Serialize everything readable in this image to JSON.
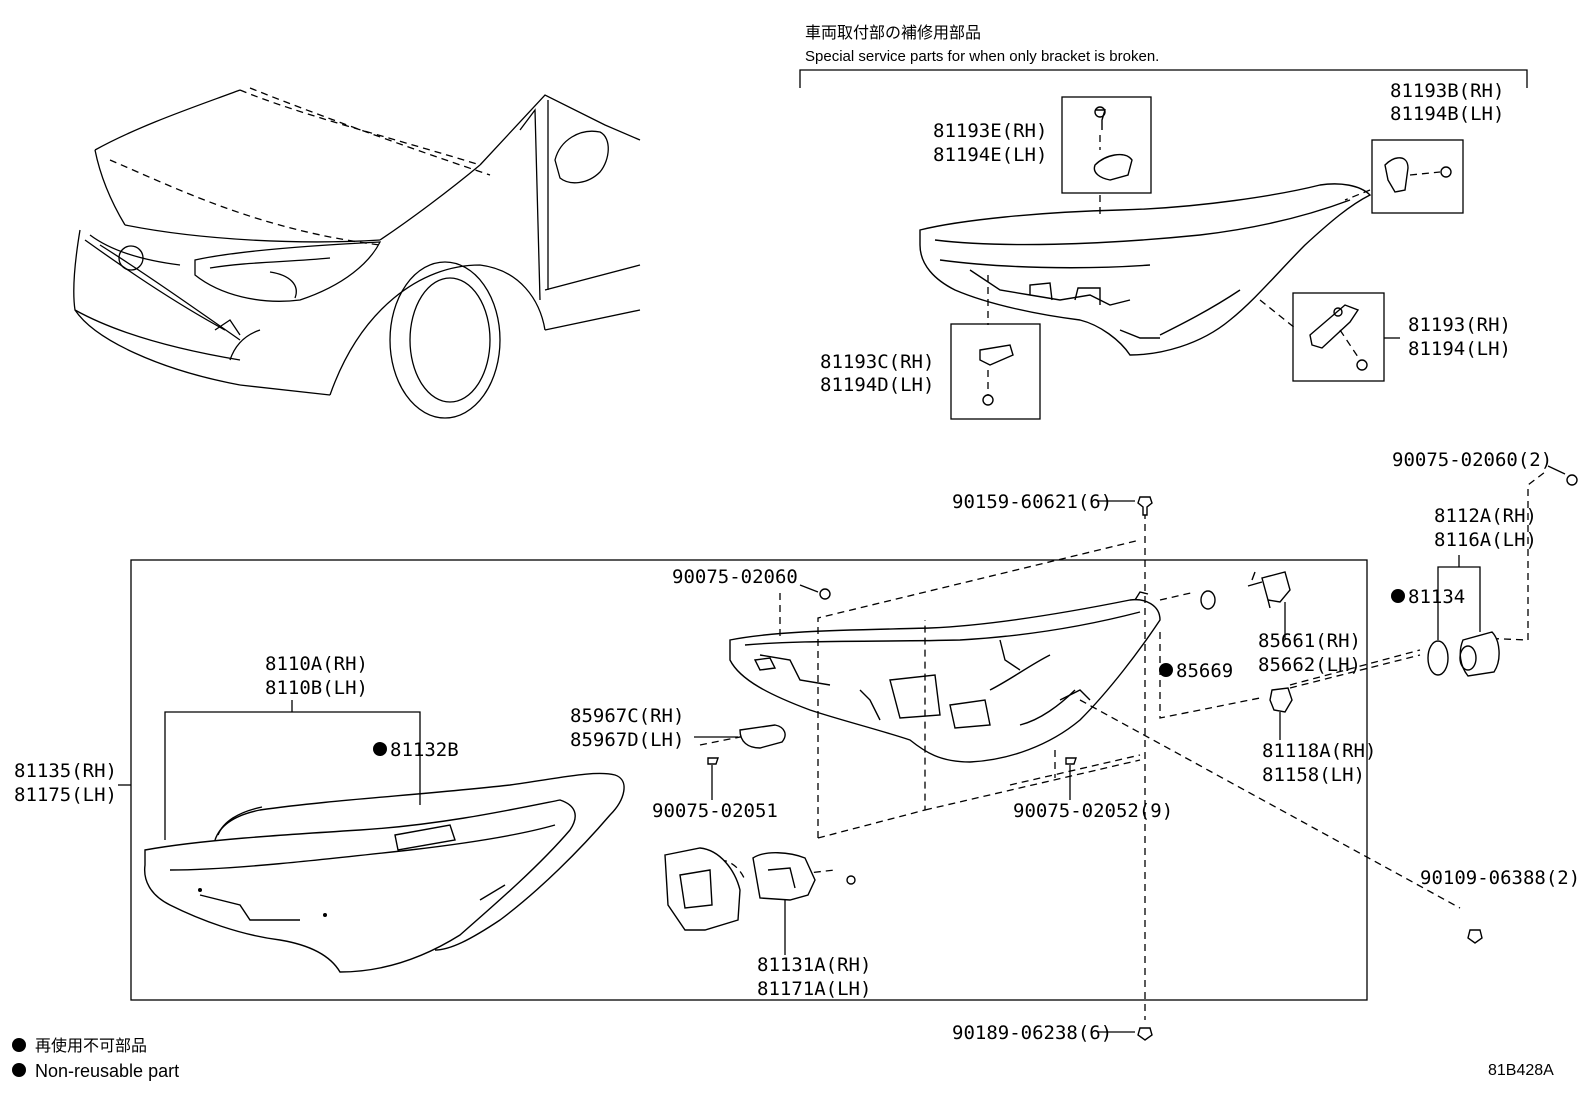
{
  "header": {
    "jp": "車両取付部の補修用部品",
    "en": "Special service parts for when only bracket is broken."
  },
  "parts": {
    "p81193E": [
      "81193E(RH)",
      "81194E(LH)"
    ],
    "p81193B": [
      "81193B(RH)",
      "81194B(LH)"
    ],
    "p81193C": [
      "81193C(RH)",
      "81194D(LH)"
    ],
    "p81193": [
      "81193(RH)",
      "81194(LH)"
    ],
    "p90075_02060_2": "90075-02060(2)",
    "p90159": "90159-60621(6)",
    "p8112A": [
      "8112A(RH)",
      "8116A(LH)"
    ],
    "p81134": "81134",
    "p90075_02060": "90075-02060",
    "p85669": "85669",
    "p85661": [
      "85661(RH)",
      "85662(LH)"
    ],
    "p8110A": [
      "8110A(RH)",
      "8110B(LH)"
    ],
    "p81132B": "81132B",
    "p85967C": [
      "85967C(RH)",
      "85967D(LH)"
    ],
    "p81118A": [
      "81118A(RH)",
      "81158(LH)"
    ],
    "p81135": [
      "81135(RH)",
      "81175(LH)"
    ],
    "p90075_02051": "90075-02051",
    "p90075_02052": "90075-02052(9)",
    "p90109": "90109-06388(2)",
    "p81131A": [
      "81131A(RH)",
      "81171A(LH)"
    ],
    "p90189": "90189-06238(6)"
  },
  "legend": {
    "jp": "再使用不可部品",
    "en": "Non-reusable part"
  },
  "diagram_code": "81B428A"
}
